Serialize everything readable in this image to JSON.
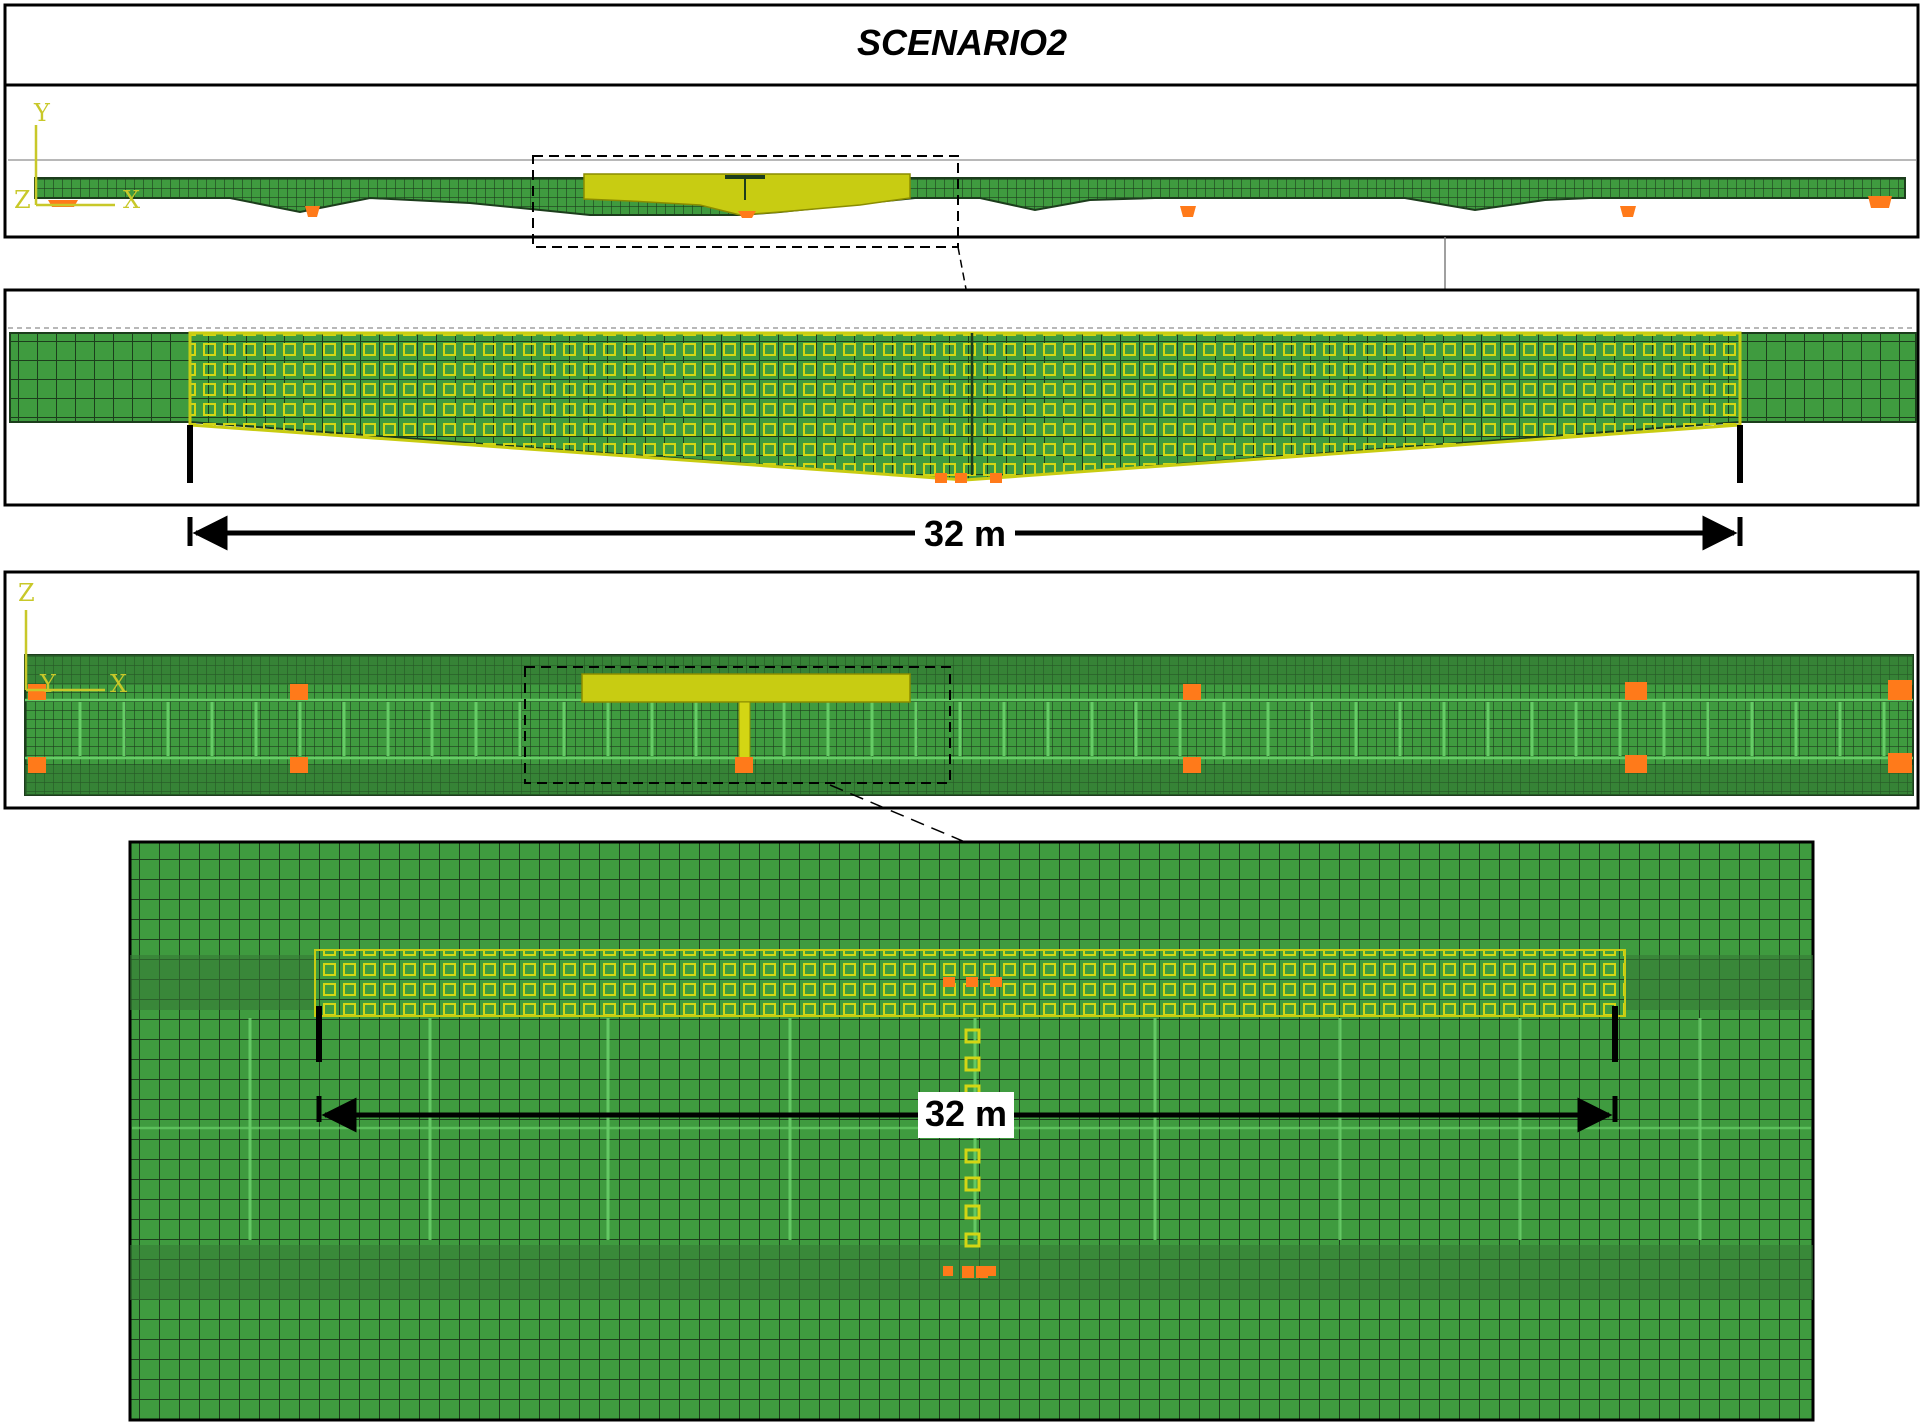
{
  "title": "SCENARIO2",
  "dimension_label": "32 m",
  "axes": {
    "elevation": {
      "vertical": "Y",
      "horizontal": "X",
      "out_of_plane": "Z"
    },
    "plan": {
      "vertical": "Z",
      "horizontal": "X",
      "out_of_plane": "Y"
    }
  },
  "colors": {
    "mesh_green": "#3f9b3f",
    "mesh_line": "#1c3d1c",
    "highlight_yellow": "#c8cc12",
    "support_orange": "#ff7a1a",
    "axis_yellow": "#c8c829",
    "frame": "#000000"
  }
}
